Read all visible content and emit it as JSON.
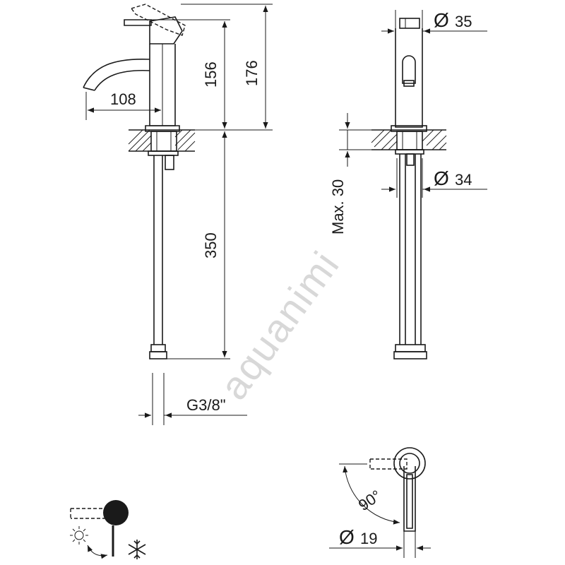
{
  "watermark": "aquanimi",
  "dimensions": {
    "spout_reach": "108",
    "height_body": "156",
    "height_total": "176",
    "hose_length": "350",
    "connection": "G3/8\"",
    "body_diameter_symbol": "Ø",
    "body_diameter": "35",
    "mount_diameter": "34",
    "max_deck": "Max. 30",
    "lever_angle": "90°",
    "lever_diameter": "19"
  },
  "icons": {
    "hot": "sun-icon",
    "cold": "snowflake-icon",
    "direction": "curved-arrow-icon"
  },
  "colors": {
    "line": "#1a1a1a",
    "watermark": "#d8d8d8",
    "background": "#ffffff"
  }
}
